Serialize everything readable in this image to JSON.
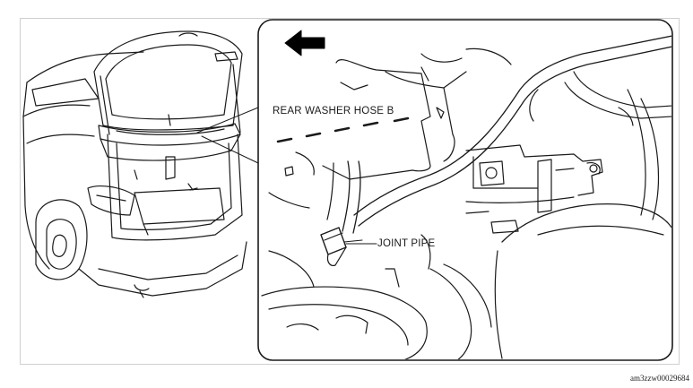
{
  "labels": {
    "rear_washer_hose": "REAR WASHER HOSE B",
    "joint_pipe": "JOINT PIPE"
  },
  "figure_code": "am3zzw00029684",
  "icons": {
    "direction_arrow": "arrow-left-icon"
  },
  "colors": {
    "line": "#1a1a1a",
    "frame": "#cfcfcf"
  }
}
